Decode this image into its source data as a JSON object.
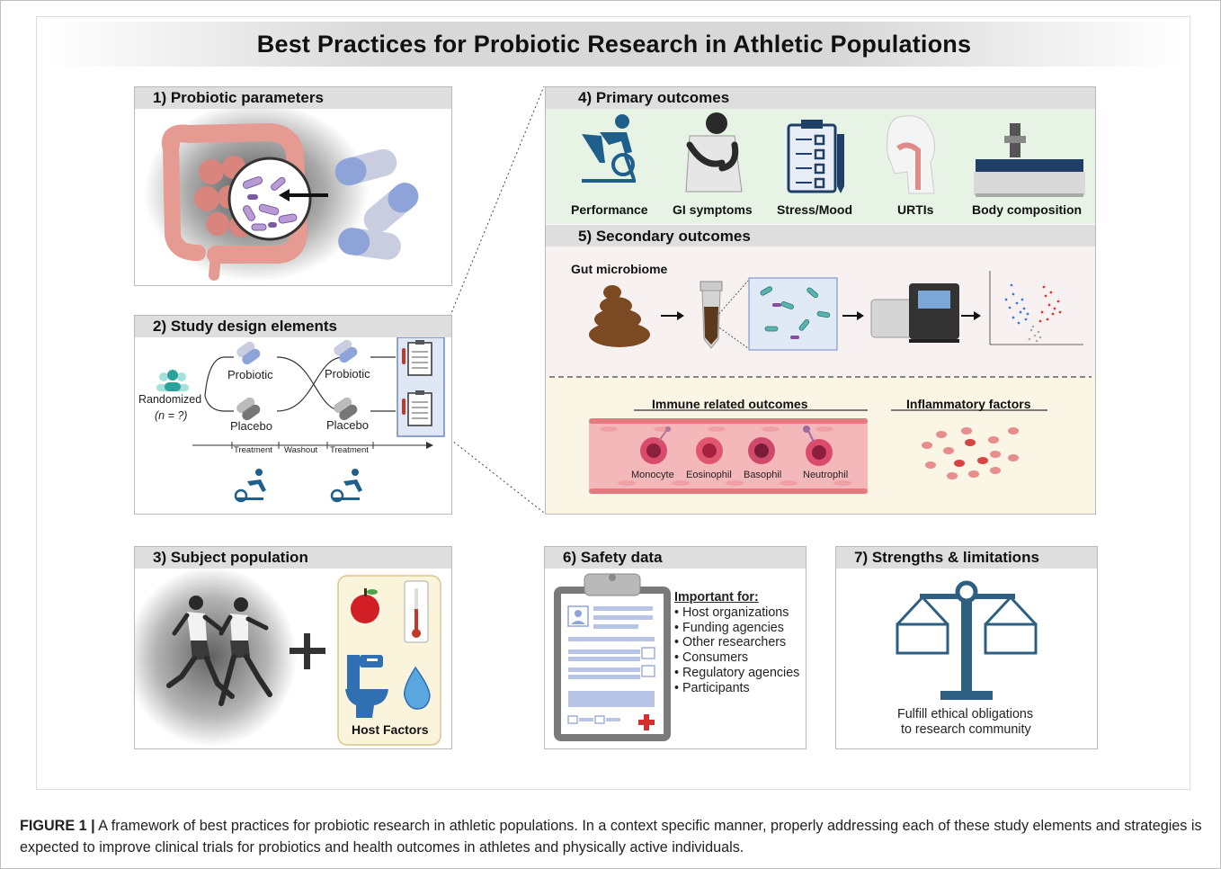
{
  "title": "Best Practices for Probiotic Research in Athletic Populations",
  "panels": {
    "p1": {
      "header": "1) Probiotic parameters"
    },
    "p2": {
      "header": "2) Study design elements",
      "randomized": "Randomized",
      "n": "(n = ?)",
      "probiotic1": "Probiotic",
      "placebo1": "Placebo",
      "probiotic2": "Probiotic",
      "placebo2": "Placebo",
      "timeline": [
        "Treatment",
        "Washout",
        "Treatment"
      ]
    },
    "p3": {
      "header": "3) Subject population",
      "host_factors": "Host Factors"
    },
    "p4": {
      "header": "4) Primary outcomes",
      "items": [
        "Performance",
        "GI symptoms",
        "Stress/Mood",
        "URTIs",
        "Body composition"
      ]
    },
    "p5": {
      "header": "5) Secondary outcomes",
      "gut": "Gut microbiome",
      "immune": "Immune related outcomes",
      "inflammatory": "Inflammatory factors",
      "cells": [
        "Monocyte",
        "Eosinophil",
        "Basophil",
        "Neutrophil"
      ]
    },
    "p6": {
      "header": "6) Safety data",
      "important": "Important for:",
      "items": [
        "Host organizations",
        "Funding agencies",
        "Other researchers",
        "Consumers",
        "Regulatory agencies",
        "Participants"
      ]
    },
    "p7": {
      "header": "7) Strengths & limitations",
      "text1": "Fulfill ethical obligations",
      "text2": "to research community"
    }
  },
  "caption": {
    "label": "FIGURE 1 |",
    "text": " A framework of best practices for probiotic research in athletic populations. In a context specific manner, properly addressing each of these study elements and strategies is expected to improve clinical trials for probiotics and health outcomes in athletes and physically active individuals."
  }
}
